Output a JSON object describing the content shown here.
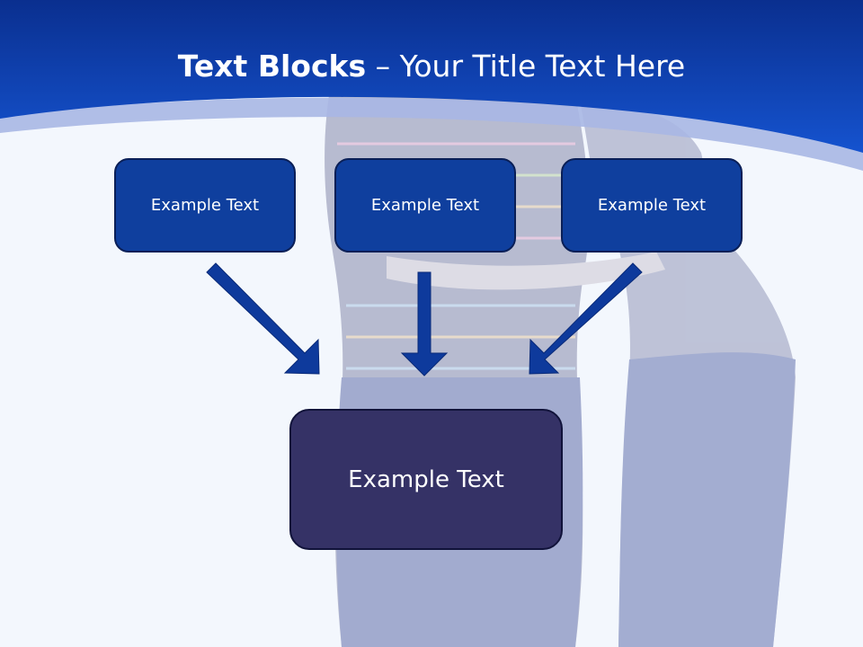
{
  "title": {
    "bold": "Text Blocks",
    "rest": " – Your Title Text Here"
  },
  "boxes": {
    "box1": "Example Text",
    "box2": "Example Text",
    "box3": "Example Text"
  },
  "center_box": {
    "label": "Example Text"
  },
  "colors": {
    "header_dark": "#0a2f8f",
    "header_light": "#1553cf",
    "box_fill": "#0f3f9e",
    "center_fill": "#353266",
    "arrow": "#0e3a9c"
  }
}
